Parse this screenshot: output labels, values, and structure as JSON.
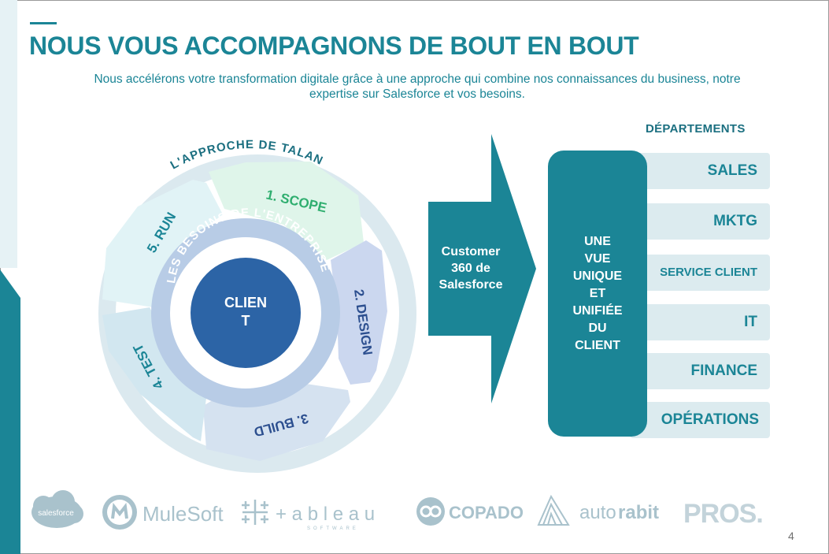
{
  "header": {
    "title": "NOUS VOUS ACCOMPAGNONS DE BOUT EN BOUT",
    "subtitle": "Nous accélérons votre transformation digitale grâce à une approche qui combine nos connaissances du business, notre expertise sur Salesforce et vos besoins."
  },
  "cycle": {
    "outer_label": "L'APPROCHE DE TALAN",
    "inner_label": "LES BESOINS DE L'ENTREPRISE",
    "center_line1": "CLIEN",
    "center_line2": "T",
    "steps": [
      "1. SCOPE",
      "2. DESIGN",
      "3. BUILD",
      "4. TEST",
      "5. RUN"
    ]
  },
  "arrow": {
    "line1": "Customer",
    "line2": "360 de",
    "line3": "Salesforce"
  },
  "vue": {
    "lines": [
      "UNE",
      "VUE",
      "UNIQUE",
      "ET",
      "UNIFIÉE",
      "DU",
      "CLIENT"
    ]
  },
  "departments": {
    "title": "DÉPARTEMENTS",
    "items": [
      "SALES",
      "MKTG",
      "SERVICE CLIENT",
      "IT",
      "FINANCE",
      "OPÉRATIONS"
    ]
  },
  "logos": {
    "salesforce": "salesforce",
    "mulesoft": "MuleSoft",
    "tableau": "+ a b l e a u",
    "tableau_sub": "SOFTWARE",
    "copado": "COPADO",
    "autorabit_a": "auto",
    "autorabit_b": "rabit",
    "pros": "PROS."
  },
  "page_number": "4",
  "colors": {
    "brand_teal": "#1b8596",
    "dark_blue": "#2a5fa3",
    "light_panel": "#dcebef"
  }
}
